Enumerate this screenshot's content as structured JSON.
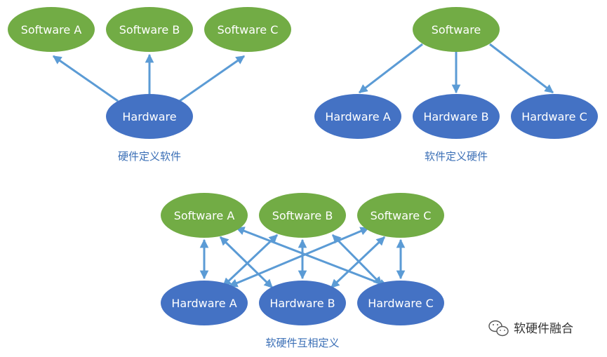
{
  "colors": {
    "software_fill": "#72ac45",
    "hardware_fill": "#4472c4",
    "arrow": "#5b9bd5",
    "caption": "#3b6fb6"
  },
  "diagram1": {
    "caption": "硬件定义软件",
    "software_a": "Software A",
    "software_b": "Software B",
    "software_c": "Software C",
    "hardware": "Hardware"
  },
  "diagram2": {
    "caption": "软件定义硬件",
    "software": "Software",
    "hardware_a": "Hardware A",
    "hardware_b": "Hardware B",
    "hardware_c": "Hardware C"
  },
  "diagram3": {
    "caption": "软硬件互相定义",
    "software_a": "Software A",
    "software_b": "Software B",
    "software_c": "Software C",
    "hardware_a": "Hardware A",
    "hardware_b": "Hardware B",
    "hardware_c": "Hardware C"
  },
  "watermark": {
    "icon": "wechat-icon",
    "text": "软硬件融合"
  }
}
